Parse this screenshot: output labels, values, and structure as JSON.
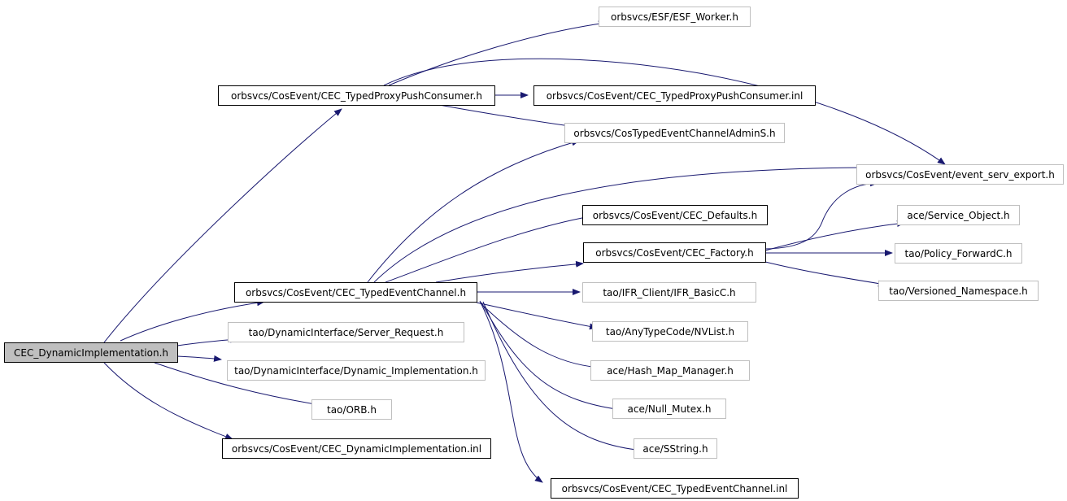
{
  "graph": {
    "root_label": "CEC_DynamicImplementation.h",
    "nodes": [
      {
        "id": "root",
        "label": "CEC_DynamicImplementation.h",
        "style": "root"
      },
      {
        "id": "tppc_h",
        "label": "orbsvcs/CosEvent/CEC_TypedProxyPushConsumer.h",
        "style": "documented"
      },
      {
        "id": "esf",
        "label": "orbsvcs/ESF/ESF_Worker.h",
        "style": "external"
      },
      {
        "id": "tppc_inl",
        "label": "orbsvcs/CosEvent/CEC_TypedProxyPushConsumer.inl",
        "style": "documented"
      },
      {
        "id": "admin",
        "label": "orbsvcs/CosTypedEventChannelAdminS.h",
        "style": "external"
      },
      {
        "id": "export",
        "label": "orbsvcs/CosEvent/event_serv_export.h",
        "style": "external"
      },
      {
        "id": "defaults",
        "label": "orbsvcs/CosEvent/CEC_Defaults.h",
        "style": "documented"
      },
      {
        "id": "svcobj",
        "label": "ace/Service_Object.h",
        "style": "external"
      },
      {
        "id": "factory",
        "label": "orbsvcs/CosEvent/CEC_Factory.h",
        "style": "documented"
      },
      {
        "id": "policy",
        "label": "tao/Policy_ForwardC.h",
        "style": "external"
      },
      {
        "id": "vns",
        "label": "tao/Versioned_Namespace.h",
        "style": "external"
      },
      {
        "id": "tec_h",
        "label": "orbsvcs/CosEvent/CEC_TypedEventChannel.h",
        "style": "documented"
      },
      {
        "id": "ifr",
        "label": "tao/IFR_Client/IFR_BasicC.h",
        "style": "external"
      },
      {
        "id": "nvlist",
        "label": "tao/AnyTypeCode/NVList.h",
        "style": "external"
      },
      {
        "id": "hashmap",
        "label": "ace/Hash_Map_Manager.h",
        "style": "external"
      },
      {
        "id": "nullmutex",
        "label": "ace/Null_Mutex.h",
        "style": "external"
      },
      {
        "id": "sstring",
        "label": "ace/SString.h",
        "style": "external"
      },
      {
        "id": "tec_inl",
        "label": "orbsvcs/CosEvent/CEC_TypedEventChannel.inl",
        "style": "documented"
      },
      {
        "id": "srvreq",
        "label": "tao/DynamicInterface/Server_Request.h",
        "style": "external"
      },
      {
        "id": "dynimpl",
        "label": "tao/DynamicInterface/Dynamic_Implementation.h",
        "style": "external"
      },
      {
        "id": "orb",
        "label": "tao/ORB.h",
        "style": "external"
      },
      {
        "id": "dyn_inl",
        "label": "orbsvcs/CosEvent/CEC_DynamicImplementation.inl",
        "style": "documented"
      }
    ],
    "edges": [
      {
        "from": "root",
        "to": "tppc_h"
      },
      {
        "from": "root",
        "to": "tec_h"
      },
      {
        "from": "root",
        "to": "srvreq"
      },
      {
        "from": "root",
        "to": "dynimpl"
      },
      {
        "from": "root",
        "to": "orb"
      },
      {
        "from": "root",
        "to": "dyn_inl"
      },
      {
        "from": "tppc_h",
        "to": "esf"
      },
      {
        "from": "tppc_h",
        "to": "export"
      },
      {
        "from": "tppc_h",
        "to": "tppc_inl"
      },
      {
        "from": "tppc_h",
        "to": "admin"
      },
      {
        "from": "tec_h",
        "to": "admin"
      },
      {
        "from": "tec_h",
        "to": "export"
      },
      {
        "from": "tec_h",
        "to": "defaults"
      },
      {
        "from": "tec_h",
        "to": "factory"
      },
      {
        "from": "tec_h",
        "to": "ifr"
      },
      {
        "from": "tec_h",
        "to": "nvlist"
      },
      {
        "from": "tec_h",
        "to": "hashmap"
      },
      {
        "from": "tec_h",
        "to": "nullmutex"
      },
      {
        "from": "tec_h",
        "to": "sstring"
      },
      {
        "from": "tec_h",
        "to": "tec_inl"
      },
      {
        "from": "factory",
        "to": "export"
      },
      {
        "from": "factory",
        "to": "svcobj"
      },
      {
        "from": "factory",
        "to": "policy"
      },
      {
        "from": "factory",
        "to": "vns"
      }
    ],
    "colors": {
      "edge": "#191970",
      "root_fill": "#bfbfbf",
      "documented_border": "#000000",
      "external_border": "#bfbfbf"
    }
  }
}
